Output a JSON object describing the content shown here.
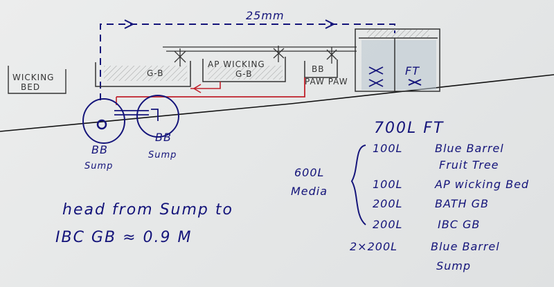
{
  "colors": {
    "pen_blue": "#14147a",
    "pen_red": "#c0202a",
    "pencil": "#333333",
    "water": "#8aa4b8",
    "paper": "#e9eae9"
  },
  "beds": {
    "wicking_bed_line1": "WICKING",
    "wicking_bed_line2": "BED",
    "gb": "G-B",
    "ap_wicking_line1": "AP WICKING",
    "ap_wicking_line2": "G-B",
    "bb_pawpaw_line1": "BB",
    "bb_pawpaw_line2": "PAW PAW",
    "ft": "FT"
  },
  "distance_label": "25mm",
  "sumps": {
    "left_line1": "BB",
    "left_line2": "Sump",
    "right_line1": "BB",
    "right_line2": "Sump"
  },
  "head_note": {
    "line1": "head from Sump to",
    "line2": "IBC GB ≈ 0.9 M"
  },
  "capacity": {
    "total": "700L FT",
    "media_line1": "600L",
    "media_line2": "Media",
    "items": [
      {
        "vol": "100L",
        "desc1": "Blue Barrel",
        "desc2": "Fruit Tree"
      },
      {
        "vol": "100L",
        "desc1": "AP wicking Bed",
        "desc2": ""
      },
      {
        "vol": "200L",
        "desc1": "BATH GB",
        "desc2": ""
      },
      {
        "vol": "200L",
        "desc1": "IBC GB",
        "desc2": ""
      }
    ],
    "barrel_line1": "2×200L",
    "barrel_line2": "Blue Barrel",
    "barrel_line3": "Sump"
  }
}
